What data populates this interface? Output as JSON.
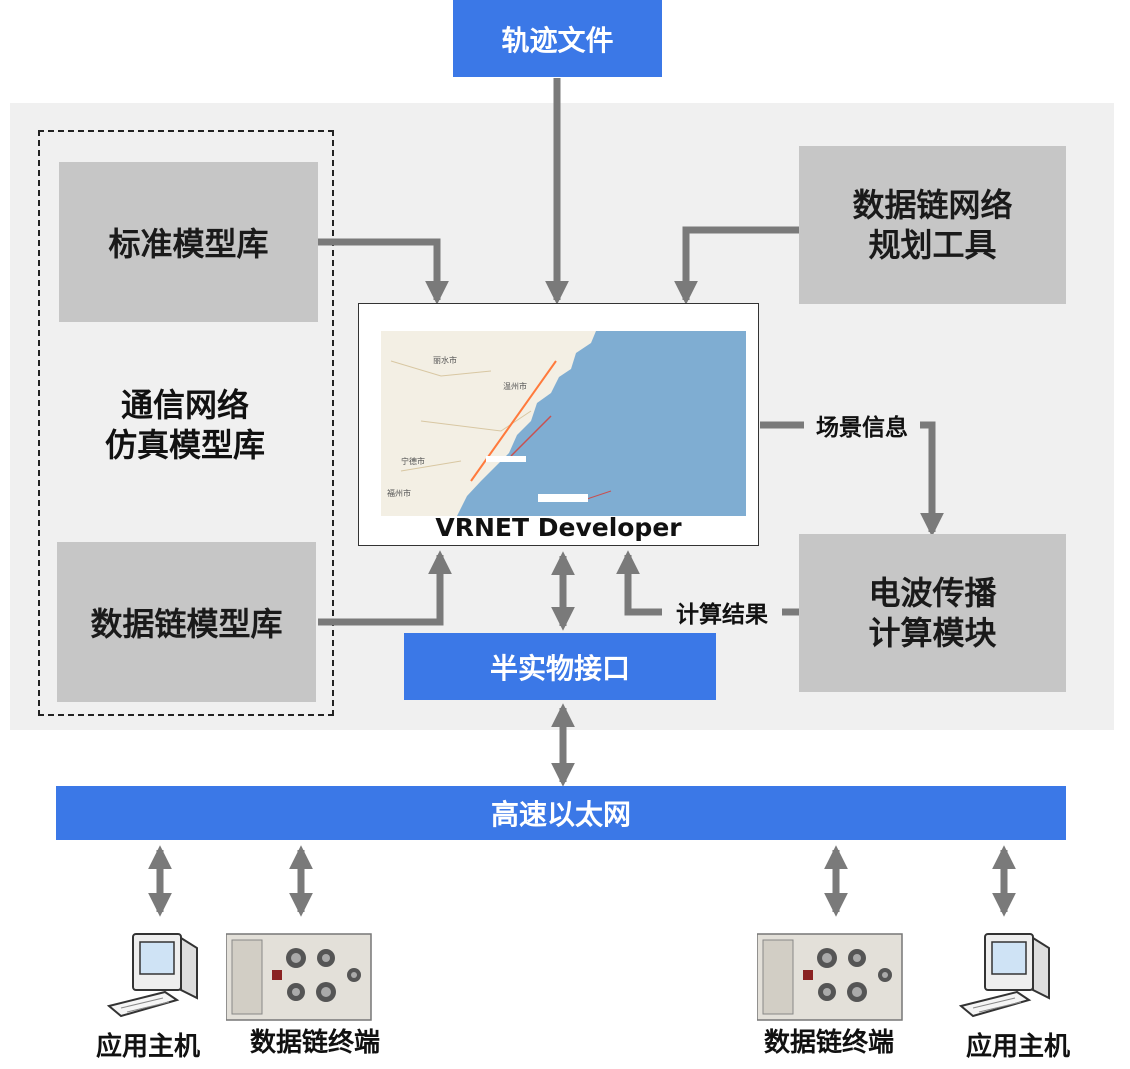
{
  "diagram": {
    "track_file": "轨迹文件",
    "standard_model_lib": "标准模型库",
    "comm_network_lib": "通信网络\n仿真模型库",
    "datalink_model_lib": "数据链模型库",
    "planning_tool": "数据链网络\n规划工具",
    "developer_title": "VRNET Developer",
    "scene_info": "场景信息",
    "calc_result": "计算结果",
    "propagation_module": "电波传播\n计算模块",
    "hil_interface": "半实物接口",
    "ethernet": "高速以太网",
    "left_host": "应用主机",
    "left_terminal": "数据链终端",
    "right_terminal": "数据链终端",
    "right_host": "应用主机"
  },
  "map": {
    "labels": [
      "丽水市",
      "温州市",
      "宁德市",
      "福州市"
    ]
  },
  "colors": {
    "accent_blue": "#3b78e7",
    "box_gray": "#c6c6c6",
    "panel_gray": "#f0f0f0",
    "arrow_gray": "#7a7a7a",
    "sea_blue": "#7fadd2"
  }
}
